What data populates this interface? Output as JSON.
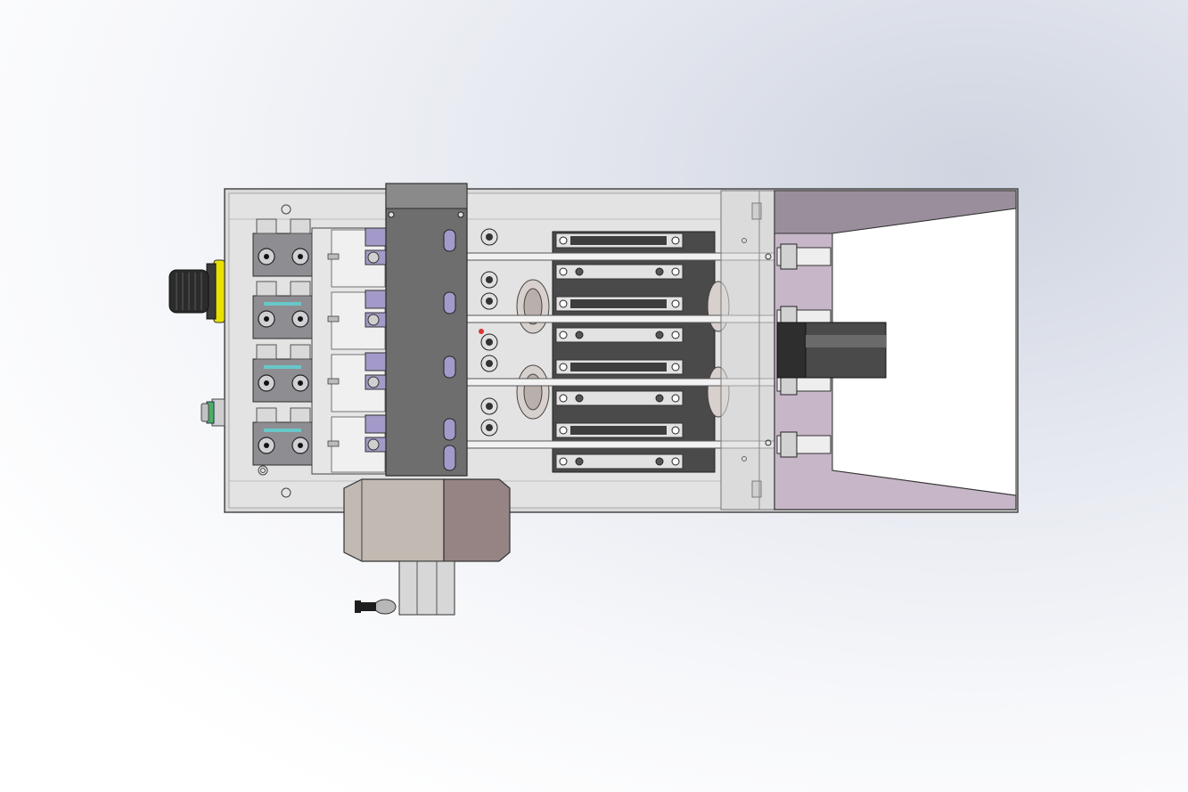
{
  "viewport": {
    "kind": "cad-3d-viewport",
    "background_colors": [
      "#ffffff",
      "#dfe3ec"
    ]
  },
  "model": {
    "view": "top-orthographic",
    "shading": "shaded-with-edges",
    "colors": {
      "housing": "#e2e2e2",
      "housing_edge": "#3c3c3c",
      "dark_plate": "#6e6e6e",
      "dark_block": "#4a4a4a",
      "fitting": "#8e8e92",
      "lavender_parts": "#a49ac9",
      "funnel_side": "#c7b6c8",
      "hex_nut_light": "#c2b9b2",
      "hex_nut_dark": "#968485",
      "connector": "#2a2a2a",
      "connector_ring": "#e8e000",
      "green_ring": "#4cae64"
    },
    "counts": {
      "push_in_fittings": 8,
      "solenoid_valves": 4,
      "guide_rods": 4,
      "clamp_plates": 4
    },
    "components": [
      "main-housing",
      "push-in-fitting-bank",
      "solenoid-valve-stack",
      "vertical-mounting-plate",
      "hex-nut",
      "aluminum-extrusion",
      "cable-connector",
      "air-inlet-fitting",
      "spring-clamp",
      "guide-rod",
      "transparent-cover",
      "outlet-funnel",
      "cylindrical-sensor",
      "hose-fitting"
    ]
  }
}
